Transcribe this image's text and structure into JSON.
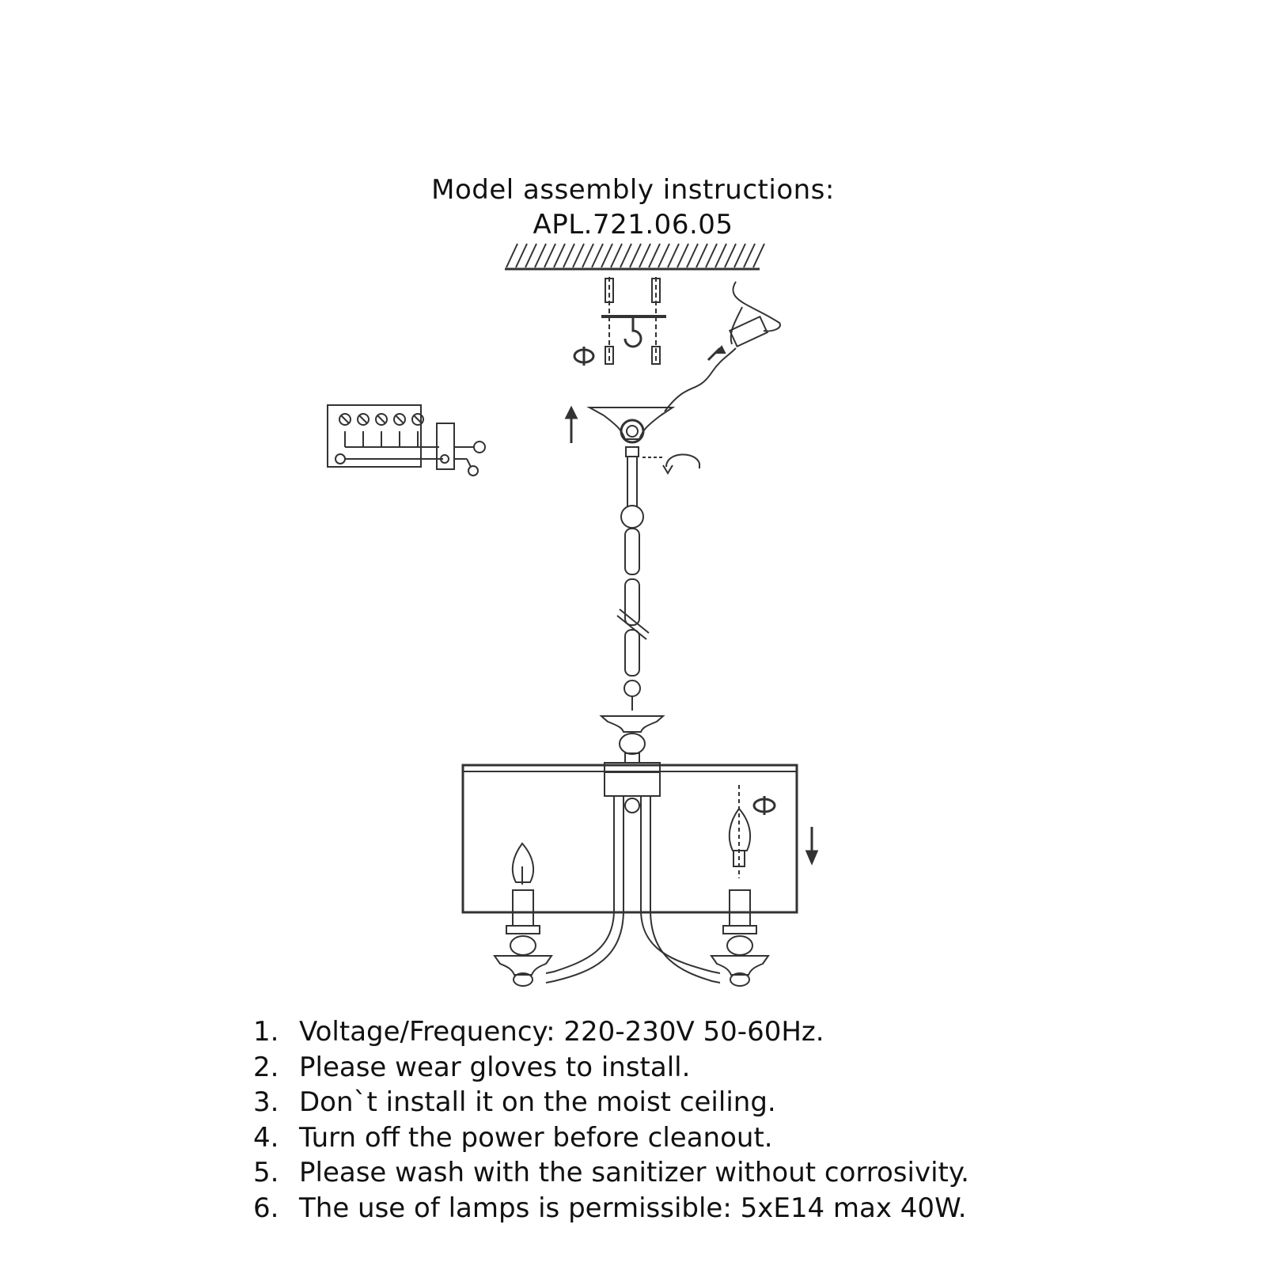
{
  "header": {
    "title_line1": "Model assembly instructions:",
    "title_line2": "APL.721.06.05"
  },
  "notes": [
    {
      "num": "1.",
      "text": "Voltage/Frequency: 220-230V 50-60Hz."
    },
    {
      "num": "2.",
      "text": "Please wear gloves to install."
    },
    {
      "num": "3.",
      "text": "Don`t install it on the moist ceiling."
    },
    {
      "num": "4.",
      "text": "Turn off the power before cleanout."
    },
    {
      "num": "5.",
      "text": "Please wash with the sanitizer without corrosivity."
    },
    {
      "num": "6.",
      "text": "The use of lamps is permissible: 5xE14 max 40W."
    }
  ],
  "colors": {
    "line": "#333333",
    "text": "#111111",
    "background": "#ffffff"
  },
  "icons": [
    "rotate-arrow-icon",
    "up-arrow-icon",
    "down-arrow-icon",
    "wiring-terminal-icon"
  ]
}
